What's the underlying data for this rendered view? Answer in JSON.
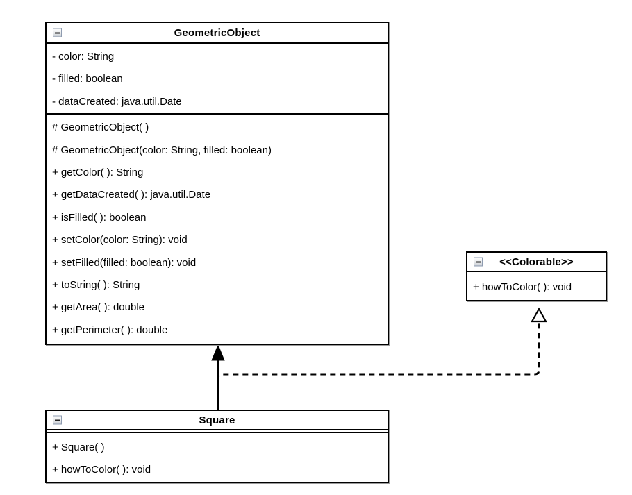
{
  "diagram": {
    "type": "uml-class-diagram",
    "colors": {
      "background": "#ffffff",
      "box_fill": "#ffffff",
      "box_border": "#000000",
      "text": "#000000",
      "line": "#000000",
      "collapse_icon_border": "#8e9bb0"
    },
    "classes": [
      {
        "id": "geometric-object",
        "title": "GeometricObject",
        "collapse_icon": "minus",
        "attributes": [
          "- color: String",
          "- filled: boolean",
          "- dataCreated: java.util.Date"
        ],
        "methods": [
          "# GeometricObject( )",
          "# GeometricObject(color: String, filled: boolean)",
          "+ getColor( ): String",
          "+ getDataCreated( ): java.util.Date",
          "+ isFilled( ): boolean",
          "+ setColor(color: String): void",
          "+ setFilled(filled: boolean): void",
          "+ toString( ): String",
          "+ getArea( ): double",
          "+ getPerimeter( ): double"
        ]
      },
      {
        "id": "colorable",
        "title": "<<Colorable>>",
        "collapse_icon": "minus",
        "attributes": [],
        "methods": [
          "+ howToColor( ): void"
        ]
      },
      {
        "id": "square",
        "title": "Square",
        "collapse_icon": "minus",
        "attributes": [],
        "methods": [
          "+ Square( )",
          "+ howToColor( ): void"
        ]
      }
    ],
    "relations": [
      {
        "name": "generalization",
        "from": "Square",
        "to": "GeometricObject",
        "line_style": "solid",
        "arrowhead": "filled-triangle"
      },
      {
        "name": "realization",
        "from": "Square",
        "to": "<<Colorable>>",
        "line_style": "dashed",
        "arrowhead": "hollow-triangle"
      }
    ]
  }
}
